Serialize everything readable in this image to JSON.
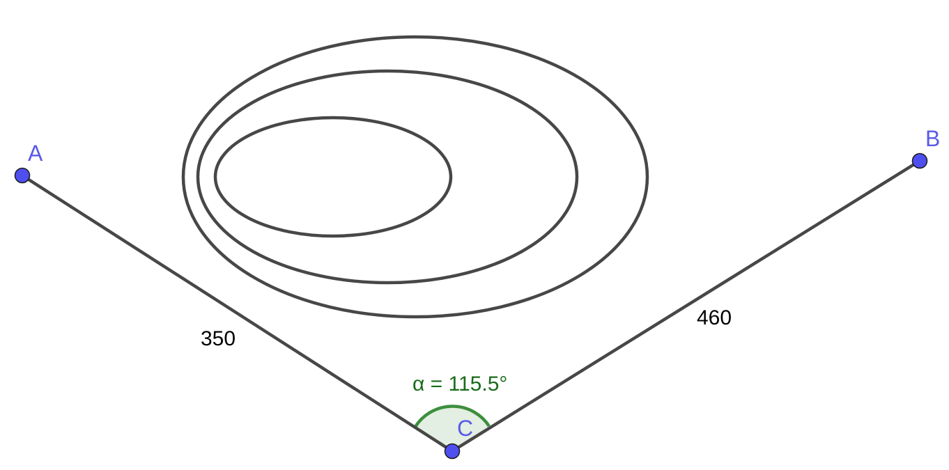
{
  "points": {
    "a": {
      "label": "A"
    },
    "b": {
      "label": "B"
    },
    "c": {
      "label": "C"
    }
  },
  "segments": {
    "ac": {
      "length_label": "350"
    },
    "bc": {
      "length_label": "460"
    }
  },
  "angle": {
    "label": "α = 115.5°"
  },
  "contour_count": 3,
  "colors": {
    "point_fill": "#4f4ff0",
    "point_label": "#5a5ae6",
    "line": "#474747",
    "angle_stroke": "#3d8f3d",
    "angle_fill": "#e3efe3",
    "angle_label": "#1a6b1a"
  }
}
